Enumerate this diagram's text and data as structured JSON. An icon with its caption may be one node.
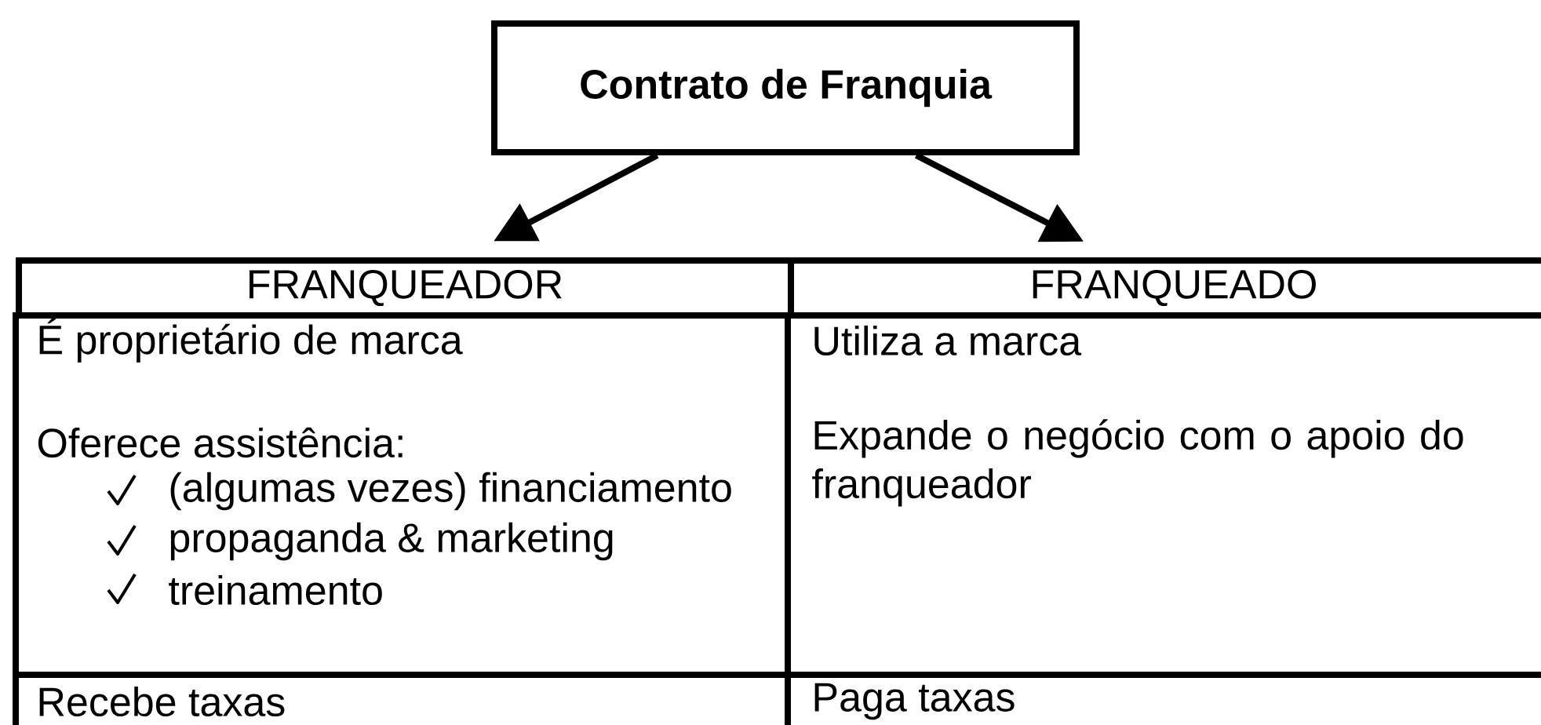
{
  "diagram": {
    "nodes": [
      {
        "text": [
          "Contrato de Franquia"
        ]
      },
      {
        "text": [
          "FRANQUEADOR"
        ]
      },
      {
        "text": [
          "FRANQUEADO"
        ]
      }
    ],
    "edges": [
      {
        "from": 0,
        "to": 1,
        "arrow": "to"
      },
      {
        "from": 0,
        "to": 2,
        "arrow": "to"
      }
    ],
    "labels": [
      "É proprietário de marca",
      "Utiliza a marca",
      "Oferece assistência:",
      "Expande o negócio com o apoio do franqueador",
      "(algumas vezes) financiamento",
      "propaganda & marketing",
      "treinamento",
      "Recebe taxas",
      "Paga taxas"
    ]
  }
}
